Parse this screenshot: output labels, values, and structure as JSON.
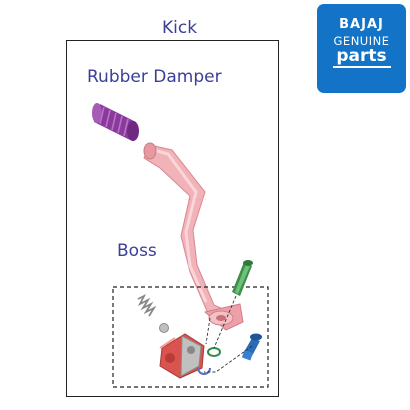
{
  "labels": {
    "kick": "Kick",
    "rubber_damper": "Rubber Damper",
    "boss": "Boss"
  },
  "badge": {
    "brand": "BAJAJ",
    "line1": "GENUINE",
    "line2": "parts"
  },
  "colors": {
    "label_text": "#3a3f9a",
    "badge_bg": "#1273c7",
    "lever": "#e89aa3",
    "rubber_damper": "#8a3a9c",
    "boss_block": "#d9534f",
    "green_bolt": "#3e8f4a",
    "blue_bolt": "#2b6cb5"
  },
  "icons": [
    "kick-lever-illustration",
    "rubber-damper-illustration",
    "spring-illustration",
    "ball-illustration",
    "boss-block-illustration",
    "green-bolt-illustration",
    "blue-bolt-illustration",
    "washer-illustration",
    "circlip-illustration"
  ]
}
